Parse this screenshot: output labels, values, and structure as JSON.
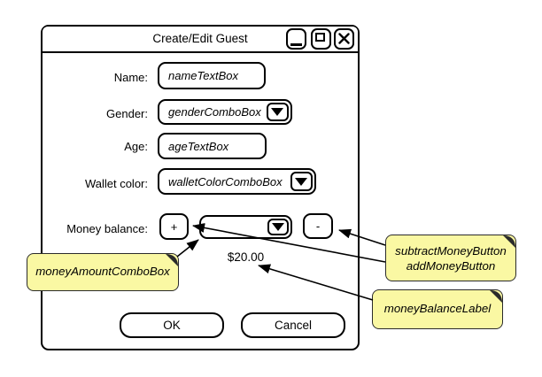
{
  "dialog": {
    "title": "Create/Edit Guest",
    "window_icons": {
      "minimize": "underscore",
      "maximize": "square-outline",
      "close": "x-mark"
    }
  },
  "form": {
    "fields": [
      {
        "label": "Name:",
        "type": "textbox",
        "value": "nameTextBox"
      },
      {
        "label": "Gender:",
        "type": "combobox",
        "value": "genderComboBox"
      },
      {
        "label": "Age:",
        "type": "textbox",
        "value": "ageTextBox"
      },
      {
        "label": "Wallet color:",
        "type": "combobox",
        "value": "walletColorComboBox"
      }
    ],
    "money": {
      "label": "Money balance:",
      "add_label": "+",
      "subtract_label": "-",
      "amount_value": "",
      "balance_text": "$20.00"
    },
    "actions": {
      "ok": "OK",
      "cancel": "Cancel"
    }
  },
  "annotations": {
    "money_amount_note": {
      "text": "moneyAmountComboBox"
    },
    "buttons_note": {
      "line1": "subtractMoneyButton",
      "line2": "addMoneyButton"
    },
    "balance_note": {
      "text": "moneyBalanceLabel"
    }
  },
  "colors": {
    "note_fill": "#FAF8A3",
    "note_border": "#2B2B2B",
    "stroke": "#000000",
    "background": "#FFFFFF"
  }
}
